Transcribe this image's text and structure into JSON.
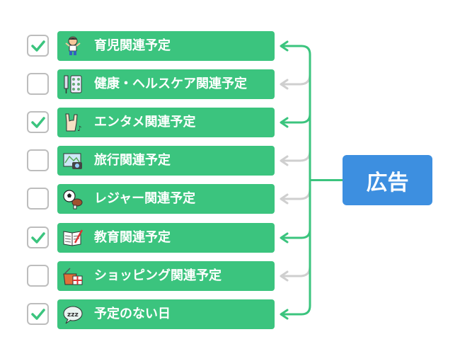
{
  "ad": {
    "label": "広告"
  },
  "colors": {
    "item": "#3bc47e",
    "arrow_active": "#3bc47e",
    "arrow_inactive": "#cfcfcf",
    "ad": "#3d8fe0",
    "check": "#3bc47e"
  },
  "items": [
    {
      "label": "育児関連予定",
      "checked": true,
      "icon": "child-icon"
    },
    {
      "label": "健康・ヘルスケア関連予定",
      "checked": false,
      "icon": "medicine-icon"
    },
    {
      "label": "エンタメ関連予定",
      "checked": true,
      "icon": "rock-hand-icon"
    },
    {
      "label": "旅行関連予定",
      "checked": false,
      "icon": "travel-map-icon"
    },
    {
      "label": "レジャー関連予定",
      "checked": false,
      "icon": "leisure-icon"
    },
    {
      "label": "教育関連予定",
      "checked": true,
      "icon": "notebook-icon"
    },
    {
      "label": "ショッピング関連予定",
      "checked": false,
      "icon": "shopping-icon"
    },
    {
      "label": "予定のない日",
      "checked": true,
      "icon": "sleep-icon"
    }
  ]
}
